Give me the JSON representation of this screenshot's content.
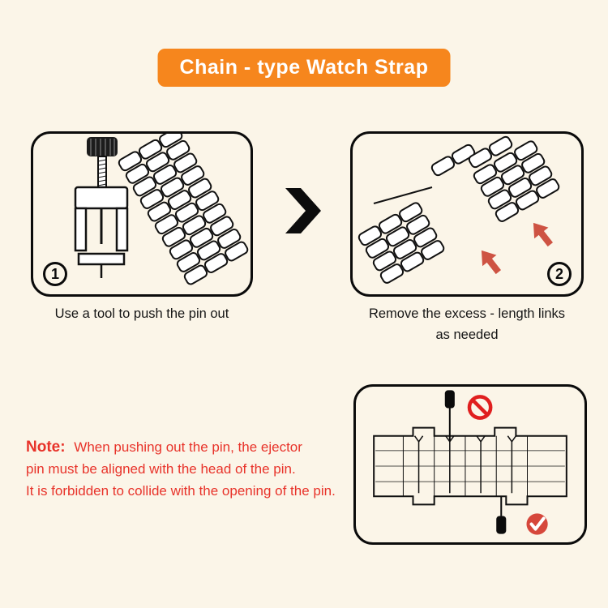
{
  "page": {
    "title": "Chain - type Watch Strap",
    "background_color": "#FBF5E8",
    "title_bg_color": "#F6861D",
    "title_text_color": "#FFFFFF"
  },
  "steps": [
    {
      "number": "1",
      "caption": "Use a tool to push the pin out"
    },
    {
      "number": "2",
      "caption_line1": "Remove the excess - length links",
      "caption_line2": "as needed"
    }
  ],
  "note": {
    "label": "Note:",
    "line1": "When pushing out the pin, the ejector",
    "line2": "pin must be aligned with the head of the pin.",
    "line3": "It is forbidden to collide with the opening of the pin.",
    "text_color": "#E8332A"
  },
  "icons": {
    "between_steps": "next-step-arrow-icon",
    "wrong": "prohibition-icon",
    "correct": "check-circle-icon",
    "removal_direction": "red-arrow-icon"
  },
  "colors": {
    "panel_border": "#0B0B0B",
    "arrow_red": "#CE5343",
    "prohibition_red": "#E01F1F",
    "check_red": "#D6473B",
    "chevron_black": "#0C0C0C"
  }
}
